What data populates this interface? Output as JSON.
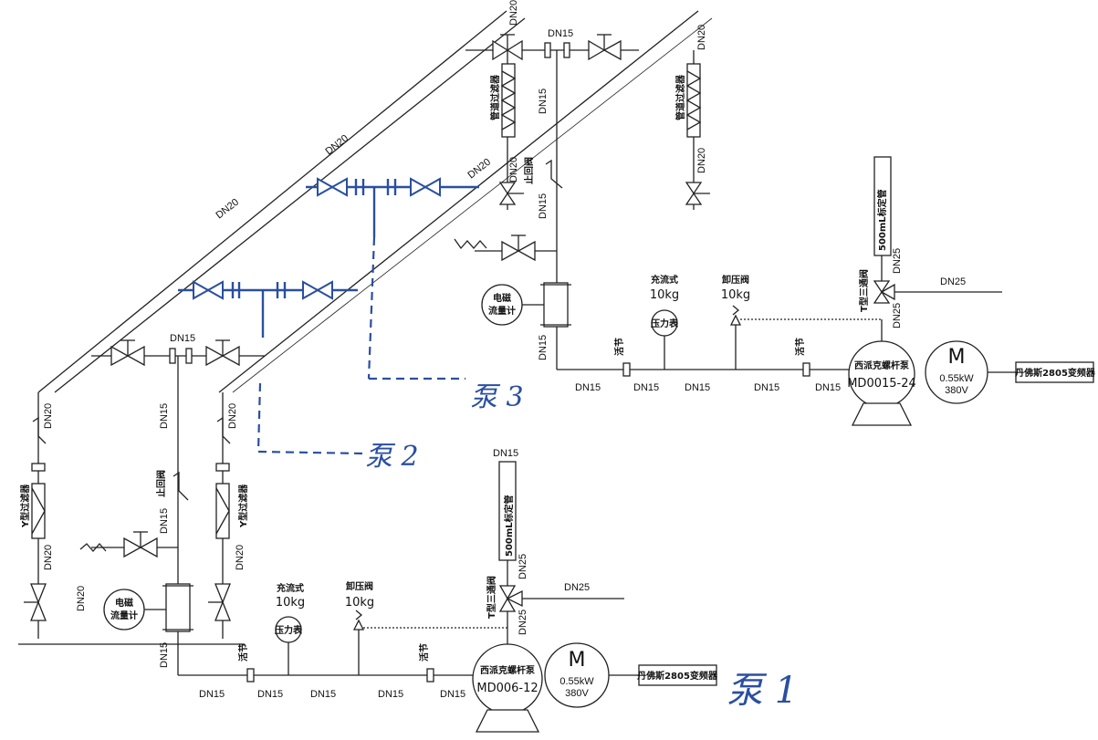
{
  "labels": {
    "dn15": "DN15",
    "dn20": "DN20",
    "dn25": "DN25",
    "check_valve": "止回阀",
    "flowmeter_line1": "电磁",
    "flowmeter_line2": "流量计",
    "extinguisher_line1": "充流式",
    "extinguisher_line2": "10kg",
    "pressure_gauge": "压力表",
    "relief_line1": "卸压阀",
    "relief_line2": "10kg",
    "filter": "活节",
    "three_way": "T型三通阀",
    "calib_tube": "500mL标定管",
    "pump_name": "西派克螺杆泵",
    "pump1_model": "MD006-12",
    "pump2_model": "MD0015-24",
    "motor_letter": "M",
    "motor_power": "0.55kW",
    "motor_voltage": "380V",
    "vfd": "丹佛斯2805变频器",
    "strainer_v": "管道过滤器",
    "y_strainer": "Y型过滤器"
  },
  "handwritten": {
    "pump1": "泵 1",
    "pump2": "泵 2",
    "pump3": "泵 3"
  },
  "colors": {
    "ink": "#222222",
    "blue_annotation": "#2a4fa0"
  }
}
